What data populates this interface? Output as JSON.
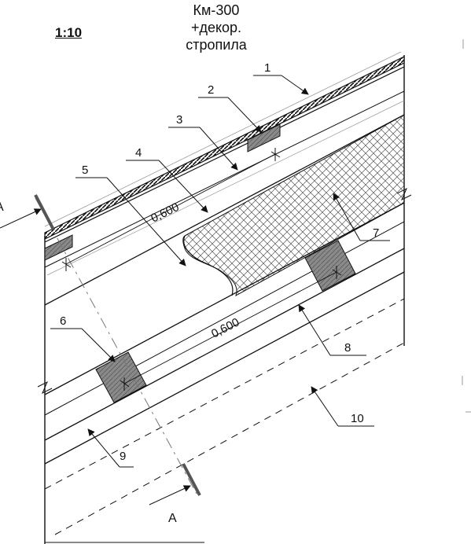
{
  "title_lines": [
    "Км-300",
    "+декор.",
    "стропила"
  ],
  "scale": "1:10",
  "section_mark": "А",
  "dimensions": [
    "0,600",
    "0,600"
  ],
  "callouts": [
    "1",
    "2",
    "3",
    "4",
    "5",
    "6",
    "7",
    "8",
    "9",
    "10"
  ],
  "colors": {
    "line": "#111111",
    "timber": "#8a8a8a",
    "insulation_hatch": "#555555",
    "section_line": "#555555"
  }
}
